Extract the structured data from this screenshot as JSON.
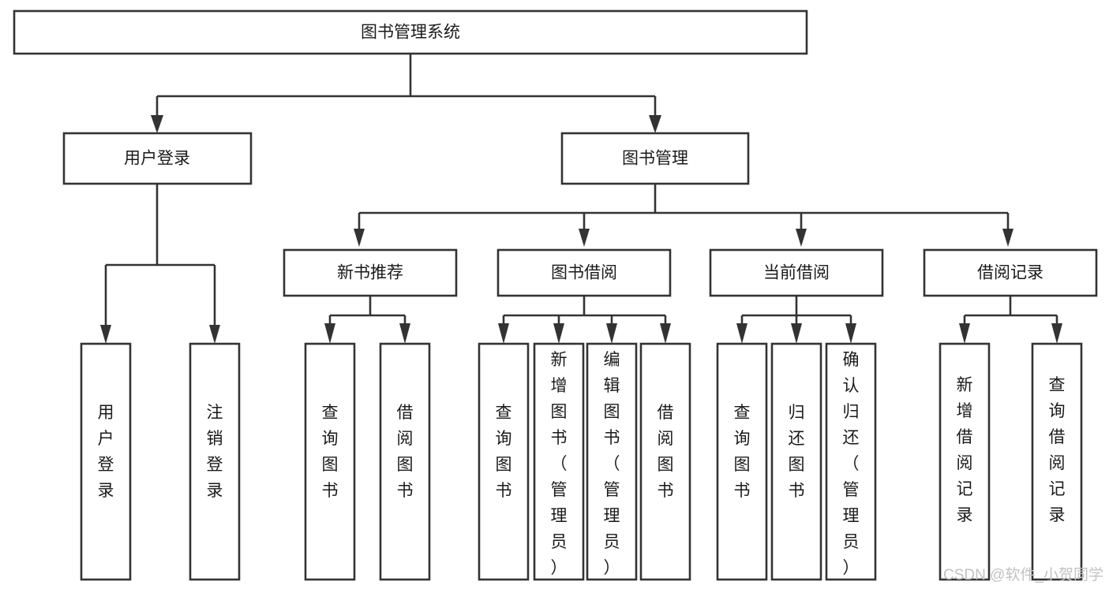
{
  "diagram": {
    "title": "图书管理系统",
    "type": "tree",
    "orientation": "top-down",
    "colors": {
      "background": "#ffffff",
      "box_fill": "#ffffff",
      "box_stroke": "#333333",
      "text": "#1a1a1a",
      "watermark": "#c2c2c2"
    },
    "nodes": {
      "root": {
        "label": "图书管理系统"
      },
      "level2": [
        {
          "label": "用户登录"
        },
        {
          "label": "图书管理"
        }
      ],
      "level3": [
        {
          "label": "新书推荐"
        },
        {
          "label": "图书借阅"
        },
        {
          "label": "当前借阅"
        },
        {
          "label": "借阅记录"
        }
      ],
      "leaves": {
        "user_login": [
          {
            "label": "用户登录"
          },
          {
            "label": "注销登录"
          }
        ],
        "new_book_recommend": [
          {
            "label": "查询图书"
          },
          {
            "label": "借阅图书"
          }
        ],
        "book_borrow": [
          {
            "label": "查询图书"
          },
          {
            "label": "新增图书（管理员）"
          },
          {
            "label": "编辑图书（管理员）"
          },
          {
            "label": "借阅图书"
          }
        ],
        "current_borrow": [
          {
            "label": "查询图书"
          },
          {
            "label": "归还图书"
          },
          {
            "label": "确认归还（管理员）"
          }
        ],
        "borrow_record": [
          {
            "label": "新增借阅记录"
          },
          {
            "label": "查询借阅记录"
          }
        ]
      }
    },
    "watermark": "CSDN @软件_小贺同学"
  }
}
